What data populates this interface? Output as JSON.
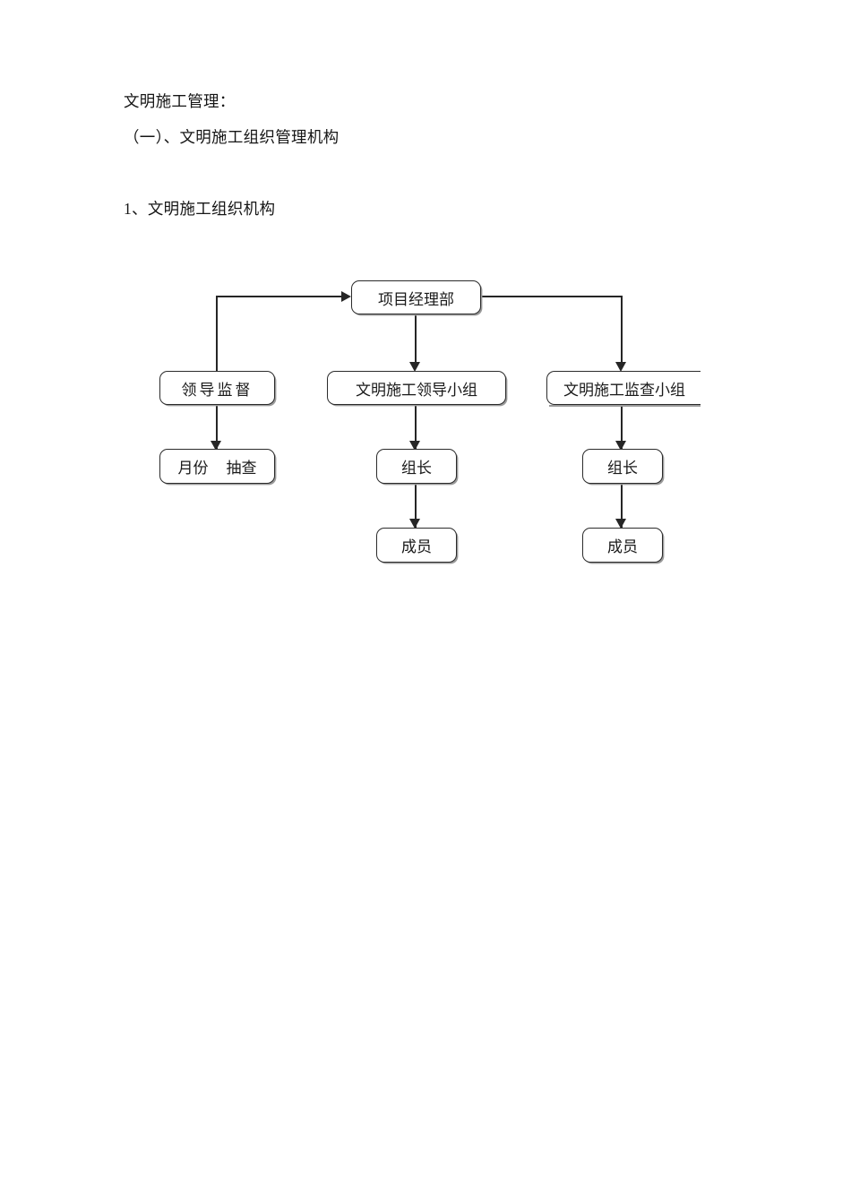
{
  "document": {
    "lines": [
      "文明施工管理：",
      "（一）、文明施工组织管理机构",
      "1、文明施工组织机构"
    ]
  },
  "chart_data": {
    "type": "diagram",
    "title": "文明施工组织机构",
    "nodes": [
      {
        "id": "project_manager_dept",
        "label": "项目经理部",
        "level": 0,
        "column": "center"
      },
      {
        "id": "leadership_supervision",
        "label": "领导监督",
        "level": 1,
        "column": "left"
      },
      {
        "id": "civilized_leading_group",
        "label": "文明施工领导小组",
        "level": 1,
        "column": "center"
      },
      {
        "id": "civilized_inspection_group",
        "label": "文明施工监查小组",
        "level": 1,
        "column": "right",
        "clipped": true
      },
      {
        "id": "monthly_spot_check",
        "label_part1": "月份",
        "label_part2": "抽查",
        "level": 2,
        "column": "left"
      },
      {
        "id": "group_leader_center",
        "label": "组长",
        "level": 2,
        "column": "center"
      },
      {
        "id": "group_leader_right",
        "label": "组长",
        "level": 2,
        "column": "right"
      },
      {
        "id": "member_center",
        "label": "成员",
        "level": 3,
        "column": "center"
      },
      {
        "id": "member_right",
        "label": "成员",
        "level": 3,
        "column": "right"
      }
    ],
    "edges": [
      {
        "from": "leadership_supervision",
        "to": "project_manager_dept",
        "direction": "up-right",
        "arrow": "right"
      },
      {
        "from": "project_manager_dept",
        "to": "civilized_leading_group",
        "direction": "down",
        "arrow": "down"
      },
      {
        "from": "project_manager_dept",
        "to": "civilized_inspection_group",
        "direction": "right-down",
        "arrow": "down"
      },
      {
        "from": "leadership_supervision",
        "to": "monthly_spot_check",
        "direction": "down",
        "arrow": "down"
      },
      {
        "from": "civilized_leading_group",
        "to": "group_leader_center",
        "direction": "down",
        "arrow": "down"
      },
      {
        "from": "civilized_inspection_group",
        "to": "group_leader_right",
        "direction": "down",
        "arrow": "down"
      },
      {
        "from": "group_leader_center",
        "to": "member_center",
        "direction": "down",
        "arrow": "down"
      },
      {
        "from": "group_leader_right",
        "to": "member_right",
        "direction": "down",
        "arrow": "down"
      }
    ],
    "colors": {
      "node_border": "#2b2b2b",
      "node_fill": "#ffffff",
      "connector": "#262626",
      "shadow": "#9a9a9a",
      "text": "#1a1a1a",
      "page_background": "#ffffff"
    }
  }
}
